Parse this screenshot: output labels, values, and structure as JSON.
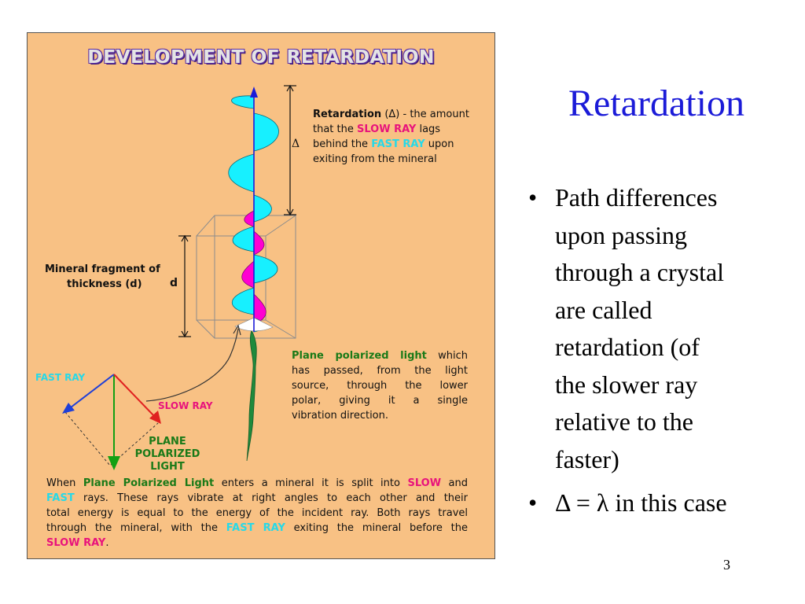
{
  "figure": {
    "title": "DEVELOPMENT OF RETARDATION",
    "retardation_note": {
      "term": "Retardation",
      "symbol": "(Δ)",
      "t1": " - the amount",
      "t2": "that the ",
      "slow": "SLOW RAY",
      "t3": " lags",
      "t4": "behind the ",
      "fast": "FAST RAY",
      "t5": " upon",
      "t6": "exiting from the mineral"
    },
    "delta_symbol": "Δ",
    "mineral_note": {
      "line1": "Mineral fragment of",
      "line2": "thickness (d)"
    },
    "d_symbol": "d",
    "ppl_note": {
      "term": "Plane polarized light",
      "l1": " which",
      "l2": "has passed, from the light",
      "l3": "source, through the lower",
      "l4": "polar, giving it a single",
      "l5": "vibration direction."
    },
    "fast_ray_label": "FAST RAY",
    "slow_ray_label": "SLOW RAY",
    "plane_label": {
      "l1": "PLANE",
      "l2": "POLARIZED",
      "l3": "LIGHT"
    },
    "bottom_note": {
      "t1": "When ",
      "ppl": "Plane Polarized Light",
      "t2": " enters a mineral it is split into ",
      "slow1": "SLOW",
      "t3": " and",
      "fast1": "FAST",
      "t4": " rays. These rays vibrate at right angles to each other and their",
      "t5": "total energy is equal to the energy of the incident ray. Both rays travel",
      "t6": "through the mineral, with the ",
      "fast2": "FAST RAY",
      "t7": " exiting the mineral before the",
      "slow2": "SLOW RAY",
      "t8": "."
    },
    "colors": {
      "background": "#f8c184",
      "fast_wave": "#17f0ff",
      "slow_wave": "#ff00d2",
      "ppl_wave": "#1f8a3c",
      "fast_arrow": "#1f3fd8",
      "slow_arrow": "#e02020",
      "ppl_arrow": "#13a013"
    }
  },
  "slide": {
    "title": "Retardation",
    "bullet1_lines": [
      "Path differences",
      "upon passing",
      "through a crystal",
      "are called",
      "retardation (of",
      "the slower ray",
      "relative to the",
      "faster)"
    ],
    "bullet2": "Δ = λ in this case",
    "bullet_glyph": "•",
    "page_number": "3"
  }
}
